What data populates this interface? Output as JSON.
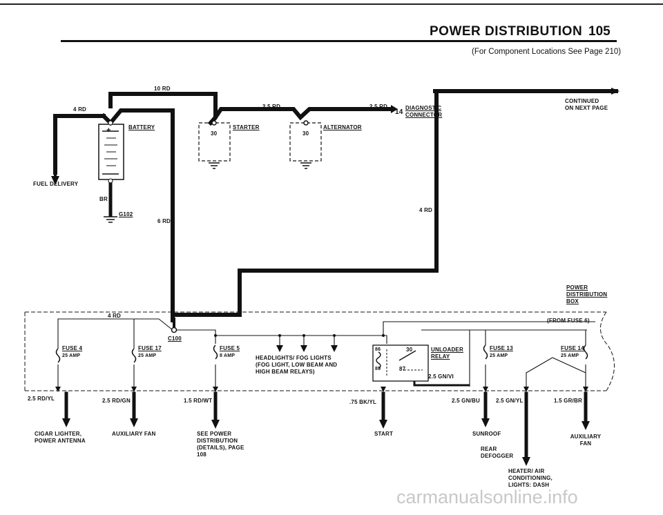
{
  "header": {
    "title": "POWER DISTRIBUTION",
    "page_number": "105",
    "subtitle": "(For Component Locations See Page 210)"
  },
  "wires": {
    "main_top": "10 RD",
    "fuel_delivery_feed": "4 RD",
    "starter_feed": "2.5 RD",
    "diag_feed": "2.5 RD",
    "battery_ground": "BR",
    "main_drop": "6 RD",
    "bus_feed": "4 RD",
    "alternator_feed": "4 RD",
    "unloader_out": "2.5 GN/VI",
    "out_fuse4": "2.5 RD/YL",
    "out_fuse17": "2.5 RD/GN",
    "out_fuse5": "1.5 RD/WT",
    "out_start": ".75 BK/YL",
    "out_fuse13": "2.5 GN/BU",
    "out_fuse13b": "2.5 GN/YL",
    "out_fuse14": "1.5 GR/BR"
  },
  "components": {
    "battery": "BATTERY",
    "starter": "STARTER",
    "alternator": "ALTERNATOR",
    "diagnostic": "DIAGNOSTIC CONNECTOR",
    "diagnostic_pin": "14",
    "ground": "G102",
    "connector": "C100",
    "terminal_30a": "30",
    "terminal_30b": "30",
    "relay_30": "30",
    "relay_86": "86",
    "relay_85": "85",
    "relay_87": "87",
    "unloader_relay": "UNLOADER RELAY",
    "power_box": "POWER DISTRIBUTION BOX",
    "from_fuse6": "(FROM FUSE 6)",
    "continued": "CONTINUED ON NEXT PAGE",
    "fuel_delivery": "FUEL DELIVERY"
  },
  "fuses": {
    "f4_name": "FUSE 4",
    "f4_amp": "25 AMP",
    "f17_name": "FUSE 17",
    "f17_amp": "25 AMP",
    "f5_name": "FUSE 5",
    "f5_amp": "8 AMP",
    "f13_name": "FUSE 13",
    "f13_amp": "25 AMP",
    "f14_name": "FUSE 14",
    "f14_amp": "25 AMP",
    "headlights": "HEADLIGHTS/ FOG LIGHTS (FOG LIGHT, LOW BEAM AND HIGH BEAM RELAYS)"
  },
  "destinations": {
    "cigar": "CIGAR LIGHTER, POWER ANTENNA",
    "aux_fan1": "AUXILIARY FAN",
    "see_power": "SEE POWER DISTRIBUTION (DETAILS), PAGE 108",
    "start": "START",
    "sunroof": "SUNROOF",
    "rear_defogger": "REAR DEFOGGER",
    "heater": "HEATER/ AIR CONDITIONING, LIGHTS: DASH",
    "aux_fan2": "AUXILIARY FAN"
  },
  "watermark": "carmanualsonline.info"
}
